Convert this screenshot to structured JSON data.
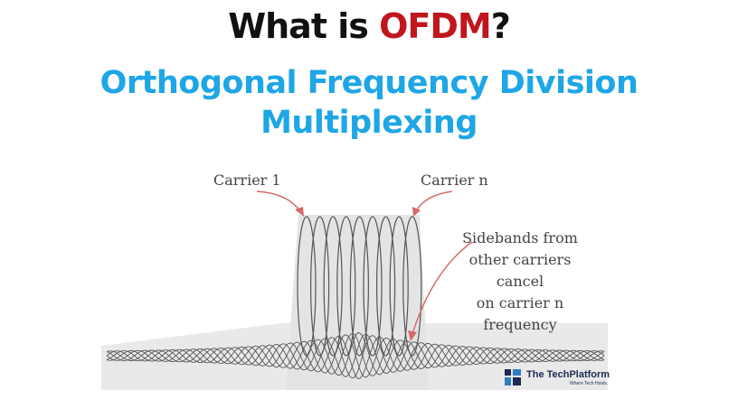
{
  "title": {
    "prefix": "What is ",
    "accent": "OFDM",
    "suffix": "?"
  },
  "subtitle": {
    "line1": "Orthogonal Frequency Division",
    "line2": "Multiplexing"
  },
  "labels": {
    "carrier_1": "Carrier 1",
    "carrier_n": "Carrier n",
    "sidebands": [
      "Sidebands from",
      "other carriers cancel",
      "on carrier n",
      "frequency"
    ]
  },
  "logo": {
    "name": "The TechPlatform",
    "tagline": "Where Tech Hosts."
  },
  "colors": {
    "title": "#111111",
    "accent": "#c0161c",
    "subtitle": "#1ea6e6",
    "arrow": "#d66a6a",
    "wave": "#555555",
    "band": "#e6e6e6"
  },
  "carrier_count": 9
}
